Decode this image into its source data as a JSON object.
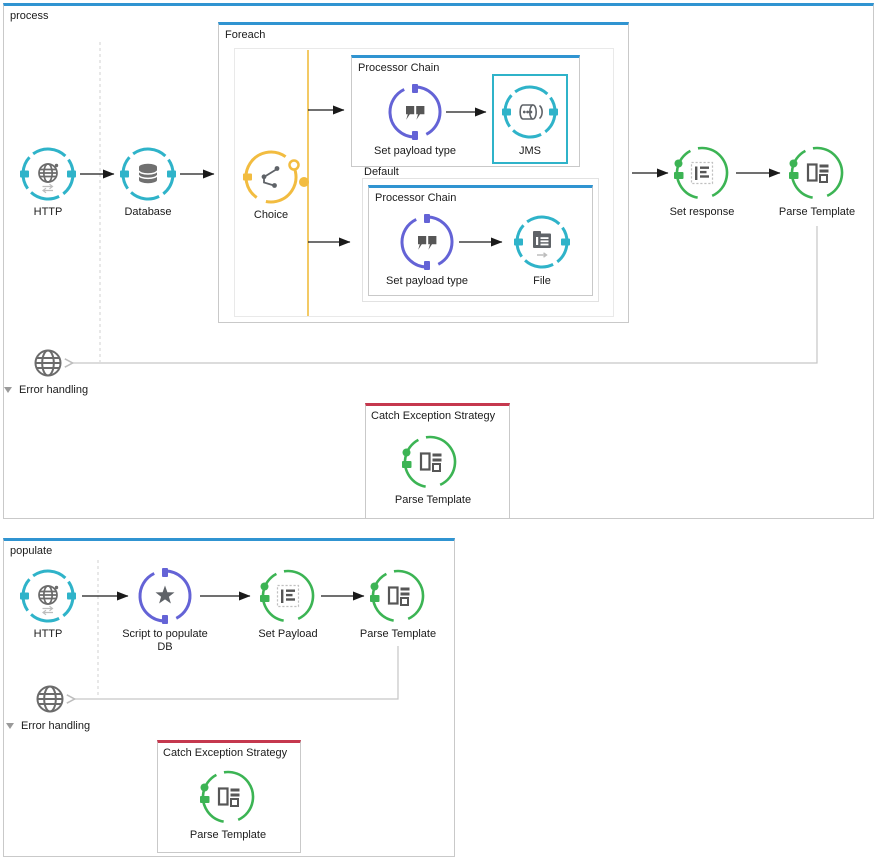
{
  "flows": {
    "process": {
      "title": "process",
      "foreach_title": "Foreach",
      "processor_chain_when_title": "Processor Chain",
      "default_title": "Default",
      "processor_chain_default_title": "Processor Chain",
      "error_handling_label": "Error handling",
      "catch_title": "Catch Exception Strategy",
      "nodes": {
        "http": "HTTP",
        "database": "Database",
        "choice": "Choice",
        "set_payload_type_when": "Set payload type",
        "jms": "JMS",
        "set_payload_type_default": "Set payload type",
        "file": "File",
        "set_response": "Set response",
        "parse_template": "Parse Template",
        "catch_parse_template": "Parse Template"
      }
    },
    "populate": {
      "title": "populate",
      "error_handling_label": "Error handling",
      "catch_title": "Catch Exception Strategy",
      "nodes": {
        "http": "HTTP",
        "script": "Script to populate DB",
        "set_payload": "Set Payload",
        "parse_template": "Parse Template",
        "catch_parse_template": "Parse Template"
      }
    }
  },
  "icons": {
    "http": "globe-icon",
    "database": "database-cylinder-icon",
    "choice": "branch-icon",
    "set_payload_type": "double-quote-icon",
    "jms": "message-queue-drum-icon",
    "file": "folder-file-icon",
    "set_payload": "message-document-icon",
    "parse_template": "template-layout-icon",
    "script": "star-icon",
    "error_source": "globe-icon"
  },
  "colors": {
    "scope_accent_blue": "#3094d1",
    "endpoint_cyan": "#2fb3c9",
    "transformer_purple": "#6463d6",
    "flow_control_yellow": "#f2bc40",
    "component_green": "#3cb454",
    "exception_red": "#c5384e",
    "wire_gray": "#c6c6c6"
  }
}
